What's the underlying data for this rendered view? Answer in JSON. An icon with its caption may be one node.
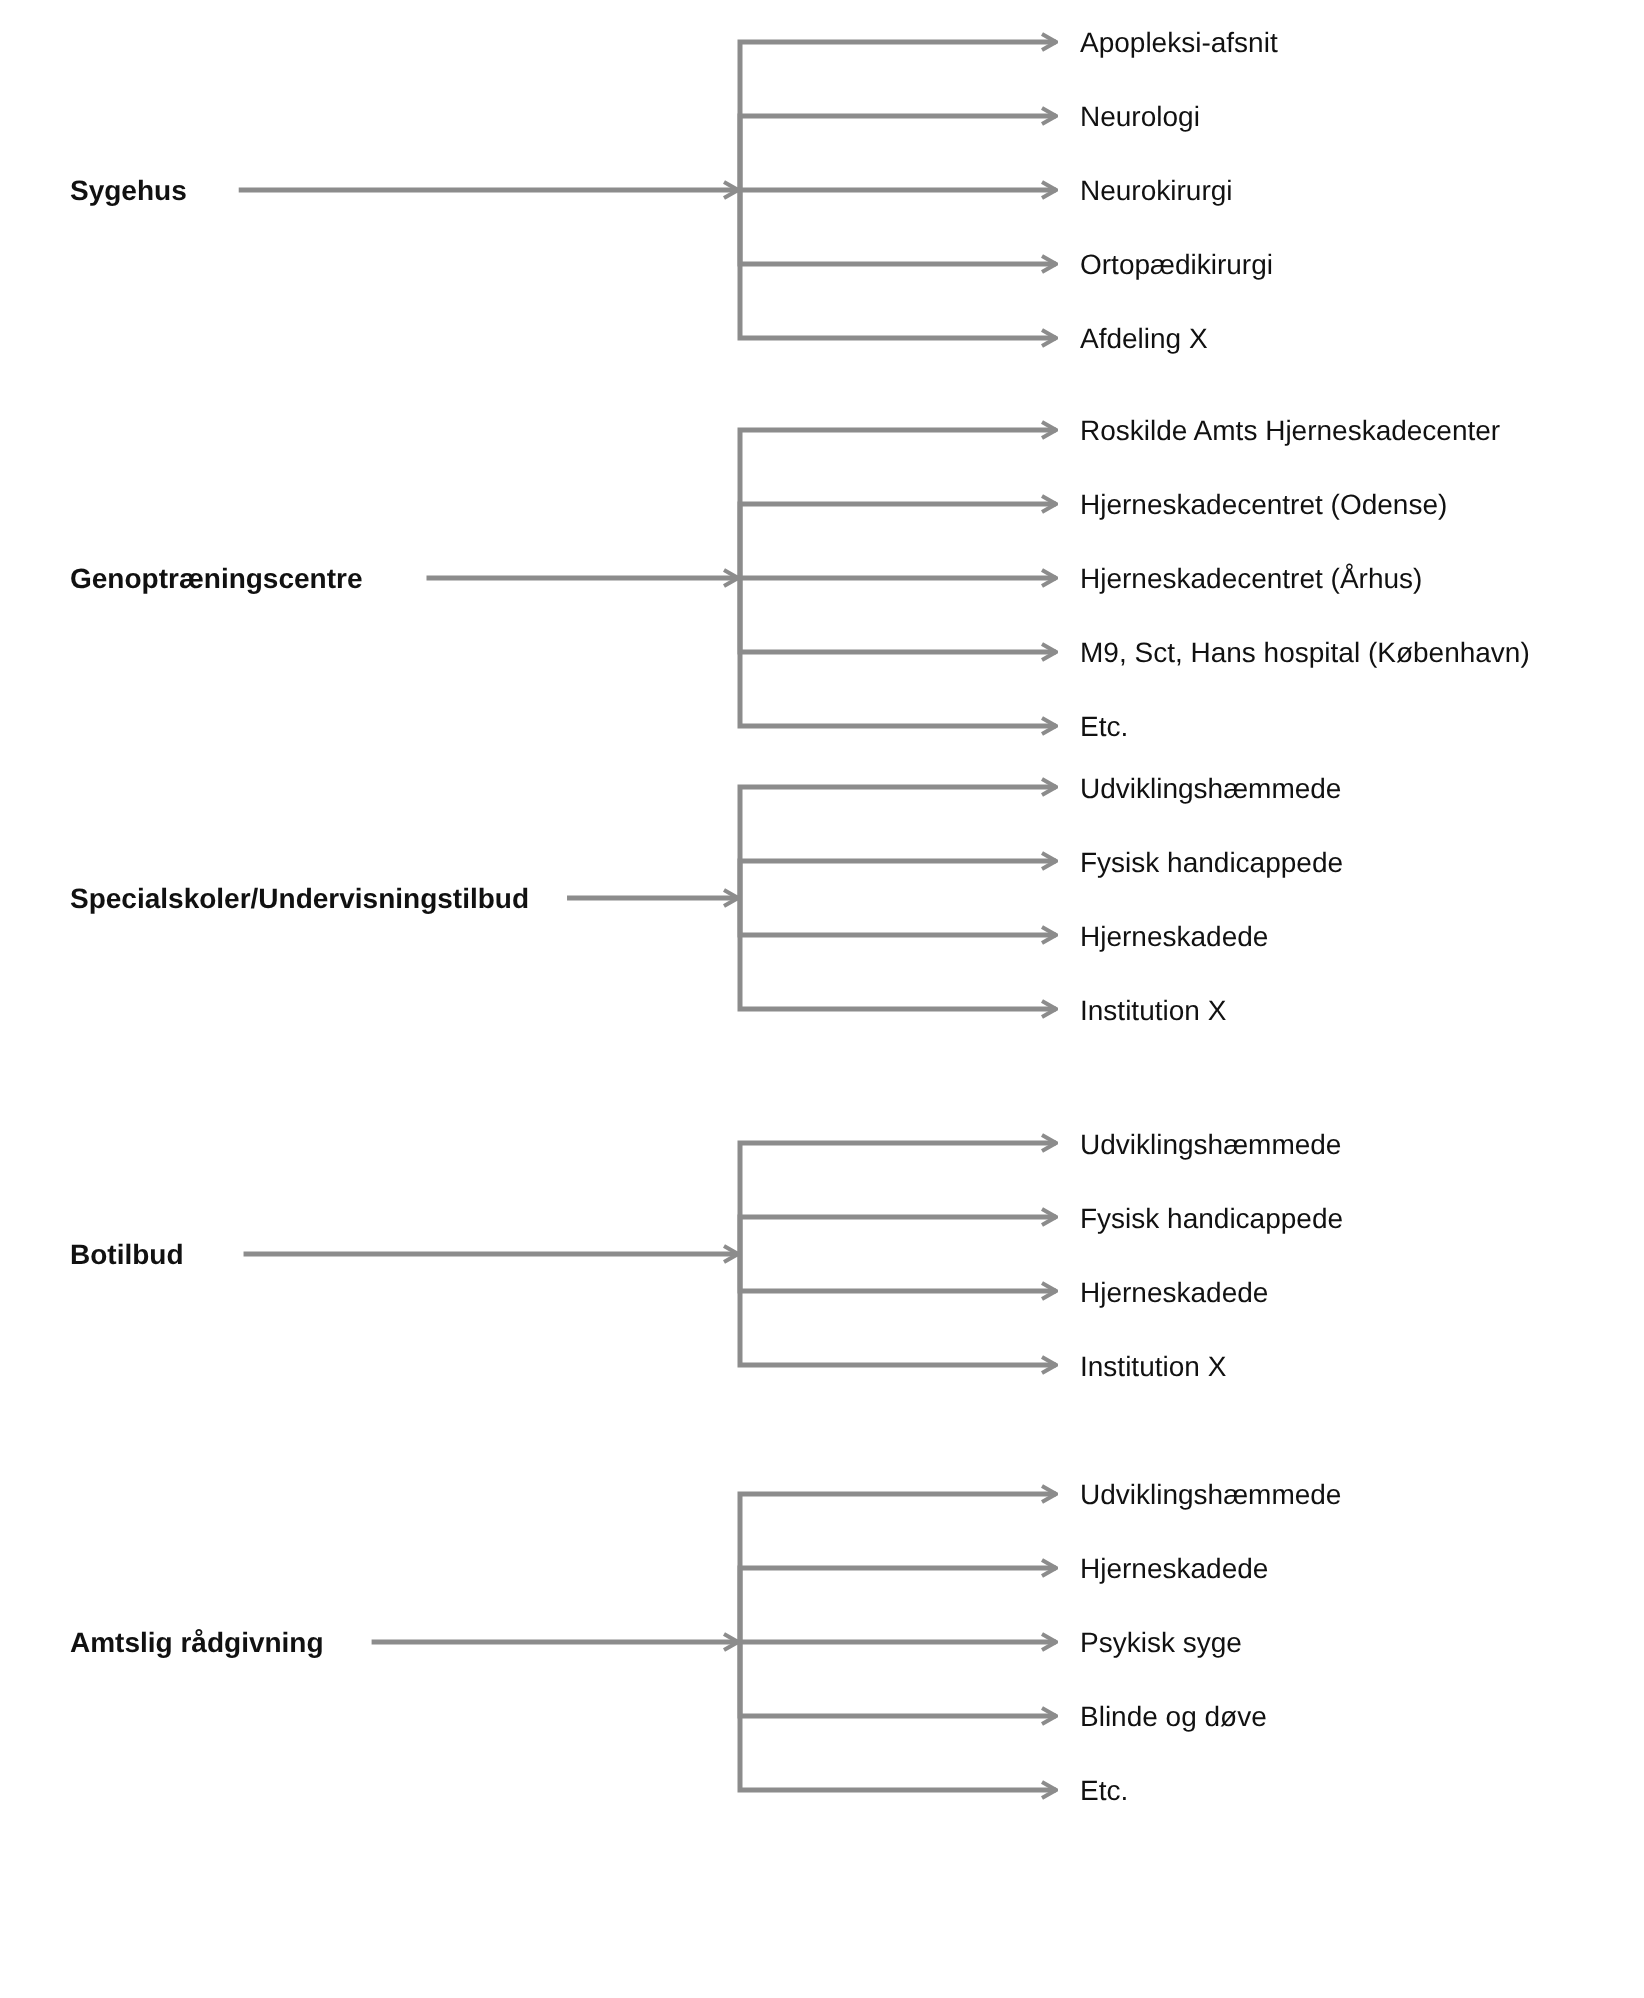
{
  "diagram": {
    "nodes": [
      {
        "text": [
          "Sygehus"
        ]
      },
      {
        "text": [
          "Apopleksi-afsnit"
        ]
      },
      {
        "text": [
          "Neurologi"
        ]
      },
      {
        "text": [
          "Neurokirurgi"
        ]
      },
      {
        "text": [
          "Ortopædikirurgi"
        ]
      },
      {
        "text": [
          "Afdeling X"
        ]
      },
      {
        "text": [
          "Genoptræningscentre"
        ]
      },
      {
        "text": [
          "Roskilde Amts Hjerneskadecenter"
        ]
      },
      {
        "text": [
          "Hjerneskadecentret (Odense)"
        ]
      },
      {
        "text": [
          "Hjerneskadecentret (Århus)"
        ]
      },
      {
        "text": [
          "M9, Sct, Hans hospital (København)"
        ]
      },
      {
        "text": [
          "Etc."
        ]
      },
      {
        "text": [
          "Specialskoler/Undervisningstilbud"
        ]
      },
      {
        "text": [
          "Udviklingshæmmede"
        ]
      },
      {
        "text": [
          "Fysisk handicappede"
        ]
      },
      {
        "text": [
          "Hjerneskadede"
        ]
      },
      {
        "text": [
          "Institution X"
        ]
      },
      {
        "text": [
          "Botilbud"
        ]
      },
      {
        "text": [
          "Udviklingshæmmede"
        ]
      },
      {
        "text": [
          "Fysisk handicappede"
        ]
      },
      {
        "text": [
          "Hjerneskadede"
        ]
      },
      {
        "text": [
          "Institution X"
        ]
      },
      {
        "text": [
          "Amtslig rådgivning"
        ]
      },
      {
        "text": [
          "Udviklingshæmmede"
        ]
      },
      {
        "text": [
          "Hjerneskadede"
        ]
      },
      {
        "text": [
          "Psykisk syge"
        ]
      },
      {
        "text": [
          "Blinde og døve"
        ]
      },
      {
        "text": [
          "Etc."
        ]
      }
    ],
    "edges": [
      {
        "from": 0,
        "to": 1,
        "arrow": "to"
      },
      {
        "from": 0,
        "to": 2,
        "arrow": "to"
      },
      {
        "from": 0,
        "to": 3,
        "arrow": "to"
      },
      {
        "from": 0,
        "to": 4,
        "arrow": "to"
      },
      {
        "from": 0,
        "to": 5,
        "arrow": "to"
      },
      {
        "from": 6,
        "to": 7,
        "arrow": "to"
      },
      {
        "from": 6,
        "to": 8,
        "arrow": "to"
      },
      {
        "from": 6,
        "to": 9,
        "arrow": "to"
      },
      {
        "from": 6,
        "to": 10,
        "arrow": "to"
      },
      {
        "from": 6,
        "to": 11,
        "arrow": "to"
      },
      {
        "from": 12,
        "to": 13,
        "arrow": "to"
      },
      {
        "from": 12,
        "to": 14,
        "arrow": "to"
      },
      {
        "from": 12,
        "to": 15,
        "arrow": "to"
      },
      {
        "from": 12,
        "to": 16,
        "arrow": "to"
      },
      {
        "from": 17,
        "to": 18,
        "arrow": "to"
      },
      {
        "from": 17,
        "to": 19,
        "arrow": "to"
      },
      {
        "from": 17,
        "to": 20,
        "arrow": "to"
      },
      {
        "from": 17,
        "to": 21,
        "arrow": "to"
      },
      {
        "from": 22,
        "to": 23,
        "arrow": "to"
      },
      {
        "from": 22,
        "to": 24,
        "arrow": "to"
      },
      {
        "from": 22,
        "to": 25,
        "arrow": "to"
      },
      {
        "from": 22,
        "to": 26,
        "arrow": "to"
      },
      {
        "from": 22,
        "to": 27,
        "arrow": "to"
      }
    ]
  }
}
